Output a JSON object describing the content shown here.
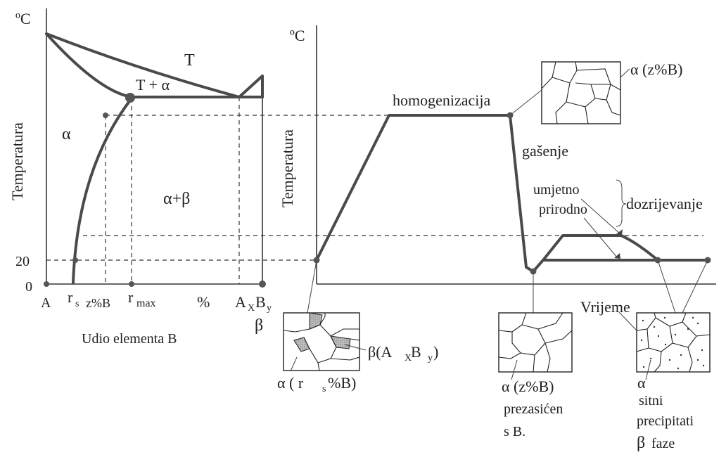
{
  "left_diagram": {
    "y_unit": "ºC",
    "y_label": "Temperatura",
    "y_tick_20": "20",
    "y_tick_0": "0",
    "x_tick_A": "A",
    "x_tick_rs": "r",
    "x_tick_rs_sub": "s",
    "x_tick_z": "z%B",
    "x_tick_rmax": "r",
    "x_tick_rmax_sub": "max",
    "x_tick_pct": "%",
    "x_tick_AxBy": "A",
    "x_tick_AxBy_x": "X",
    "x_tick_AxBy_B": "B",
    "x_tick_AxBy_y": "y",
    "x_tick_beta": "β",
    "x_label": "Udio  elementa  B",
    "region_T": "T",
    "region_T_alpha": "T + α",
    "region_alpha": "α",
    "region_alpha_beta": "α+β"
  },
  "right_diagram": {
    "y_unit": "ºC",
    "y_label": "Temperatura",
    "x_label": "Vrijeme",
    "stage_homogenization": "homogenizacija",
    "stage_quench": "gašenje",
    "aging_artificial": "umjetno",
    "aging_natural": "prirodno",
    "aging_label": "dozrijevanje",
    "micro_top_label": "α (z%B)",
    "micro_start_alpha": "α ( r",
    "micro_start_alpha_sub": "s",
    "micro_start_alpha_tail": "%B)",
    "micro_start_beta": "β(A",
    "micro_start_beta_x": "X",
    "micro_start_beta_B": " B",
    "micro_start_beta_y": "y",
    "micro_start_beta_end": ")",
    "micro_quench_line1": "α (z%B)",
    "micro_quench_line2": "prezasićen",
    "micro_quench_line3": "s  B.",
    "micro_aged_alpha": "α",
    "micro_aged_line2": "sitni",
    "micro_aged_line3": "precipitati",
    "micro_aged_line4_beta": "β",
    "micro_aged_line4": "faze"
  },
  "colors": {
    "curve": "#4a4a4a",
    "hatch": "#9a9a9a",
    "ink": "#222222"
  }
}
